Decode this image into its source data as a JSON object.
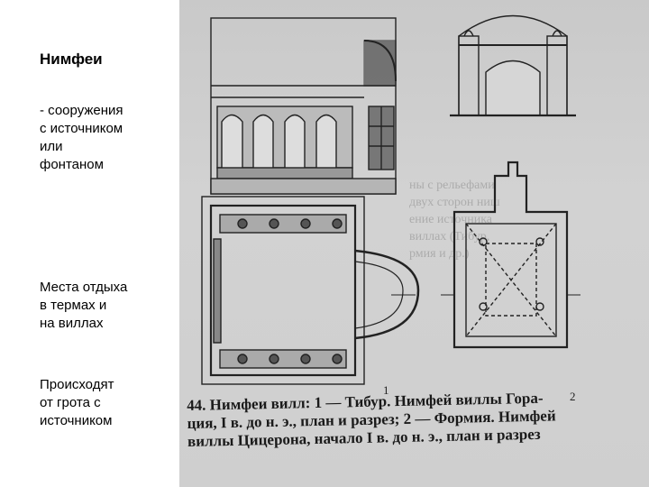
{
  "slide": {
    "title": "Нимфеи",
    "para1": [
      "- сооружения",
      "с источником",
      "или",
      "фонтаном"
    ],
    "para2": [
      "Места отдыха",
      "в термах и",
      "на виллах"
    ],
    "para3": [
      "Происходят",
      "от грота с",
      "источником"
    ]
  },
  "figure": {
    "caption_lines": [
      "44. Нимфеи вилл: 1 — Тибур. Нимфей виллы Гора-",
      "ция, I в. до н. э., план и разрез; 2 — Формия. Нимфей",
      "виллы Цицерона, начало I в. до н. э., план и разрез"
    ],
    "label_1": "1",
    "label_2": "2"
  }
}
